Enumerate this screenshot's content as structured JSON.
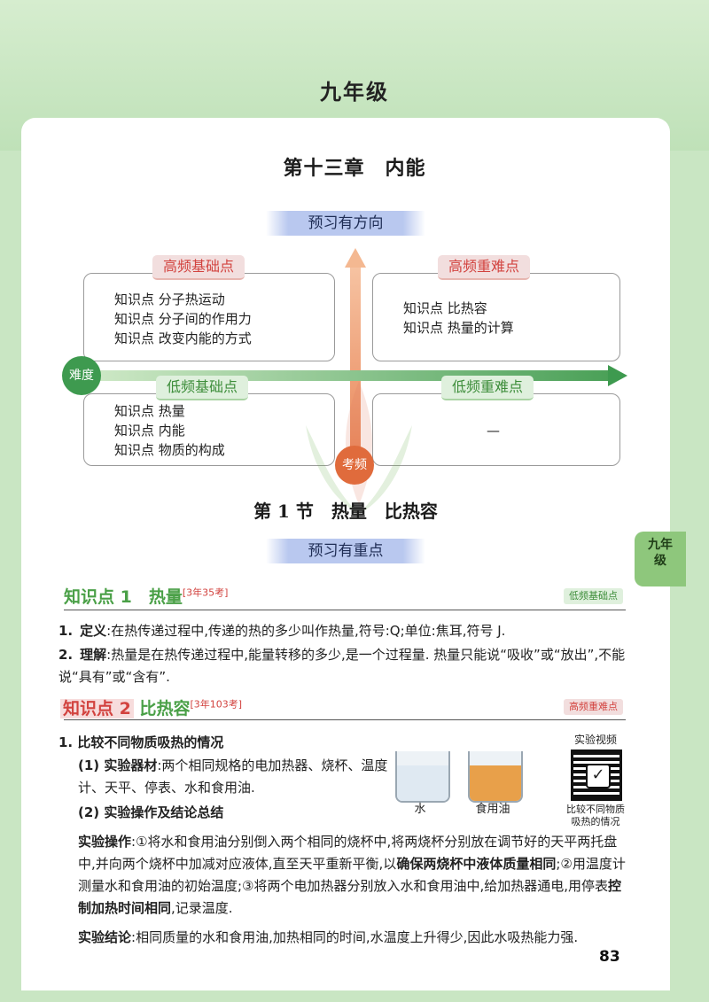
{
  "header": {
    "grade_title": "九年级"
  },
  "side_tab": {
    "line1": "九年",
    "line2": "级"
  },
  "chapter": {
    "title": "第十三章　内能"
  },
  "preview_direction": {
    "banner": "预习有方向",
    "quadrants": {
      "high_basic": {
        "label": "高频基础点",
        "items": [
          "知识点  分子热运动",
          "知识点  分子间的作用力",
          "知识点  改变内能的方式"
        ]
      },
      "high_difficult": {
        "label": "高频重难点",
        "items": [
          "知识点  比热容",
          "知识点  热量的计算"
        ]
      },
      "low_basic": {
        "label": "低频基础点",
        "items": [
          "知识点  热量",
          "知识点  内能",
          "知识点  物质的构成"
        ]
      },
      "low_difficult": {
        "label": "低频重难点",
        "items": [
          "—"
        ]
      }
    },
    "axis_difficulty": "难度",
    "axis_frequency": "考频"
  },
  "section": {
    "title": "第 1 节　热量　比热容"
  },
  "preview_focus": {
    "banner": "预习有重点"
  },
  "kp1": {
    "heading": "知识点 1　热量",
    "stat": "[3年35考]",
    "freq": "低频基础点",
    "items": [
      {
        "num": "1.",
        "label": "定义",
        "text": ":在热传递过程中,传递的热的多少叫作热量,符号:Q;单位:焦耳,符号 J."
      },
      {
        "num": "2.",
        "label": "理解",
        "text": ":热量是在热传递过程中,能量转移的多少,是一个过程量. 热量只能说“吸收”或“放出”,不能说“具有”或“含有”."
      }
    ]
  },
  "kp2": {
    "heading_prefix": "知识点 2",
    "heading_title": "比热容",
    "stat": "[3年103考]",
    "freq": "高频重难点",
    "item1_title": "1. 比较不同物质吸热的情况",
    "equip_label": "(1) 实验器材",
    "equip_text": ":两个相同规格的电加热器、烧杯、温度计、天平、停表、水和食用油.",
    "ops_label": "(2) 实验操作及结论总结",
    "ops_heading": "实验操作",
    "ops_text_1": ":①将水和食用油分别倒入两个相同的烧杯中,将两烧杯分别放在调节好的天平两托盘中,并向两个烧杯中加减对应液体,直至天平重新平衡,以",
    "ops_bold_1": "确保两烧杯中液体质量相同",
    "ops_text_2": ";②用温度计测量水和食用油的初始温度;③将两个电加热器分别放入水和食用油中,给加热器通电,用停表",
    "ops_bold_2": "控制加热时间相同",
    "ops_text_3": ",记录温度.",
    "conclusion_heading": "实验结论",
    "conclusion_text": ":相同质量的水和食用油,加热相同的时间,水温度上升得少,因此水吸热能力强.",
    "figure_water": "水",
    "figure_oil": "食用油",
    "video_label": "实验视频",
    "video_caption_1": "比较不同物质",
    "video_caption_2": "吸热的情况"
  },
  "page_number": "83",
  "colors": {
    "accent_green": "#4aa047",
    "accent_red": "#d2423e",
    "banner_blue": "#b9c8ef"
  }
}
